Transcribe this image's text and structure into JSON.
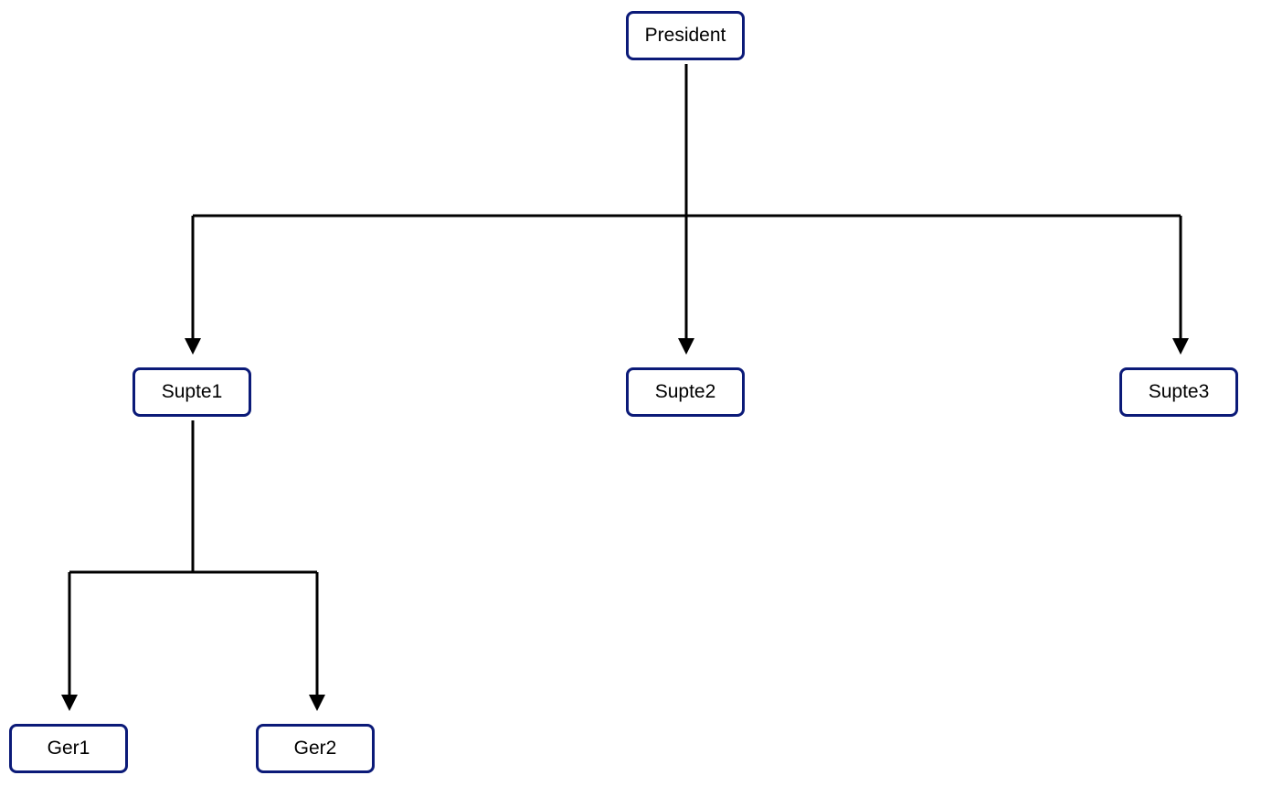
{
  "colors": {
    "node_border": "#0b1a78",
    "node_fill": "#ffffff",
    "connector": "#000000",
    "text": "#000000"
  },
  "nodes": {
    "president": "President",
    "supte1": "Supte1",
    "supte2": "Supte2",
    "supte3": "Supte3",
    "ger1": "Ger1",
    "ger2": "Ger2"
  },
  "edges": [
    {
      "from": "president",
      "to": "supte1"
    },
    {
      "from": "president",
      "to": "supte2"
    },
    {
      "from": "president",
      "to": "supte3"
    },
    {
      "from": "supte1",
      "to": "ger1"
    },
    {
      "from": "supte1",
      "to": "ger2"
    }
  ]
}
